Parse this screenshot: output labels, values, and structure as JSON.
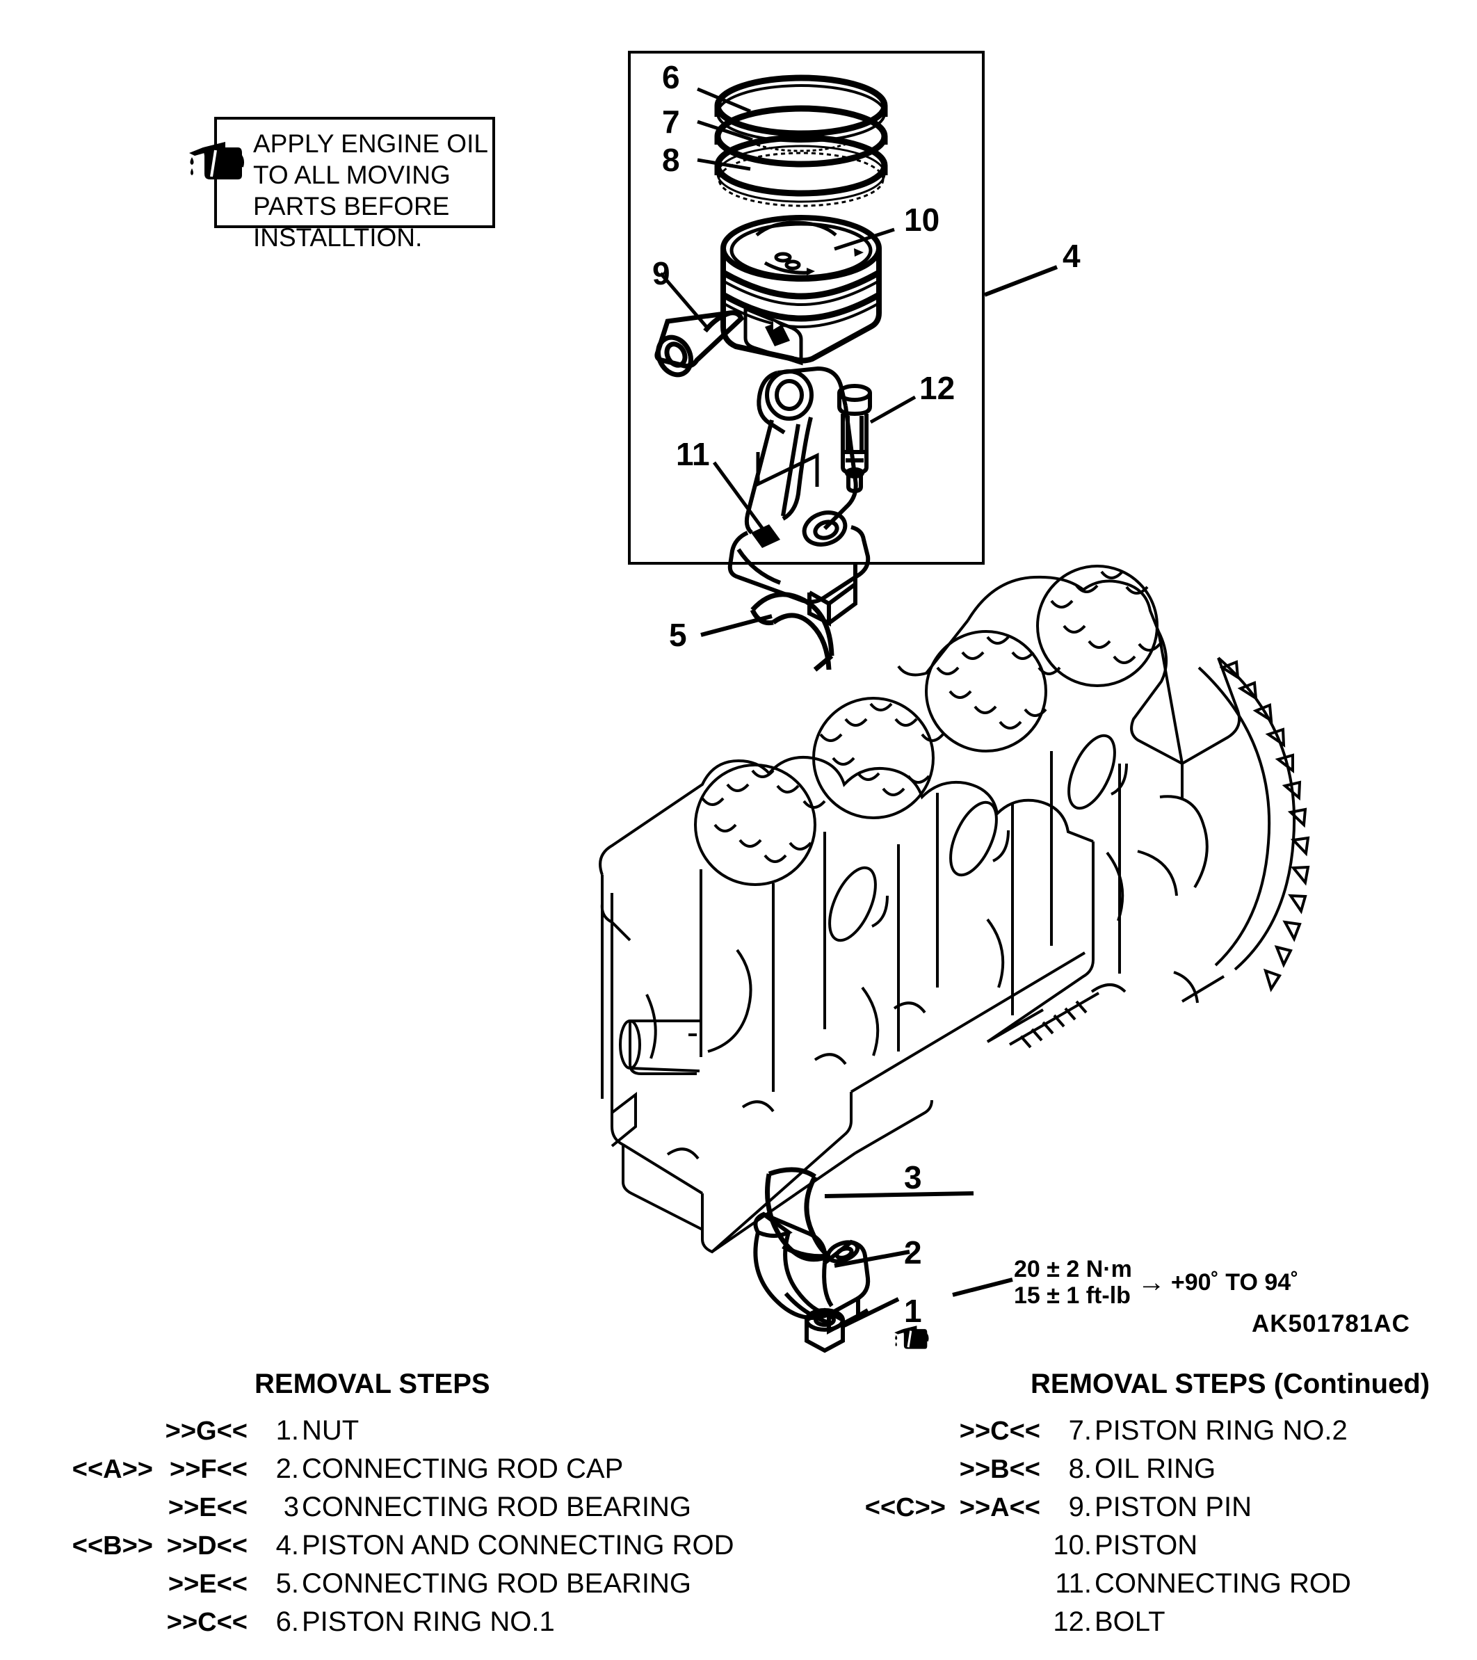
{
  "note": {
    "icon": "oil-can-icon",
    "text": "APPLY ENGINE OIL\nTO ALL MOVING\nPARTS BEFORE\nINSTALLTION."
  },
  "drawing_id": "AK501781AC",
  "torque": {
    "metric": "20 ± 2 N·m",
    "imperial": "15 ± 1 ft-lb",
    "arrow": "→",
    "angle": "+90˚ TO 94˚"
  },
  "callouts": [
    {
      "number": "1",
      "target": "nut"
    },
    {
      "number": "2",
      "target": "connecting-rod-cap"
    },
    {
      "number": "3",
      "target": "connecting-rod-bearing-lower"
    },
    {
      "number": "4",
      "target": "piston-and-connecting-rod-assembly"
    },
    {
      "number": "5",
      "target": "connecting-rod-bearing-upper"
    },
    {
      "number": "6",
      "target": "piston-ring-no1"
    },
    {
      "number": "7",
      "target": "piston-ring-no2"
    },
    {
      "number": "8",
      "target": "oil-ring"
    },
    {
      "number": "9",
      "target": "piston-pin"
    },
    {
      "number": "10",
      "target": "piston"
    },
    {
      "number": "11",
      "target": "connecting-rod"
    },
    {
      "number": "12",
      "target": "bolt"
    }
  ],
  "steps_left": {
    "title": "REMOVAL STEPS",
    "items": [
      {
        "pre": "",
        "mark": ">>G<<",
        "num": "1.",
        "label": "NUT"
      },
      {
        "pre": "<<A>>",
        "mark": ">>F<<",
        "num": "2.",
        "label": "CONNECTING ROD CAP"
      },
      {
        "pre": "",
        "mark": ">>E<<",
        "num": "3",
        "label": "CONNECTING ROD BEARING"
      },
      {
        "pre": "<<B>>",
        "mark": ">>D<<",
        "num": "4.",
        "label": "PISTON AND CONNECTING ROD"
      },
      {
        "pre": "",
        "mark": ">>E<<",
        "num": "5.",
        "label": "CONNECTING ROD BEARING"
      },
      {
        "pre": "",
        "mark": ">>C<<",
        "num": "6.",
        "label": "PISTON RING NO.1"
      }
    ]
  },
  "steps_right": {
    "title": "REMOVAL STEPS (Continued)",
    "items": [
      {
        "pre": "",
        "mark": ">>C<<",
        "num": "7.",
        "label": "PISTON RING NO.2"
      },
      {
        "pre": "",
        "mark": ">>B<<",
        "num": "8.",
        "label": "OIL RING"
      },
      {
        "pre": "<<C>>",
        "mark": ">>A<<",
        "num": "9.",
        "label": "PISTON PIN"
      },
      {
        "pre": "",
        "mark": "",
        "num": "10.",
        "label": "PISTON"
      },
      {
        "pre": "",
        "mark": "",
        "num": "11.",
        "label": "CONNECTING ROD"
      },
      {
        "pre": "",
        "mark": "",
        "num": "12.",
        "label": "BOLT"
      }
    ]
  },
  "colors": {
    "line": "#000000",
    "background": "#ffffff"
  }
}
